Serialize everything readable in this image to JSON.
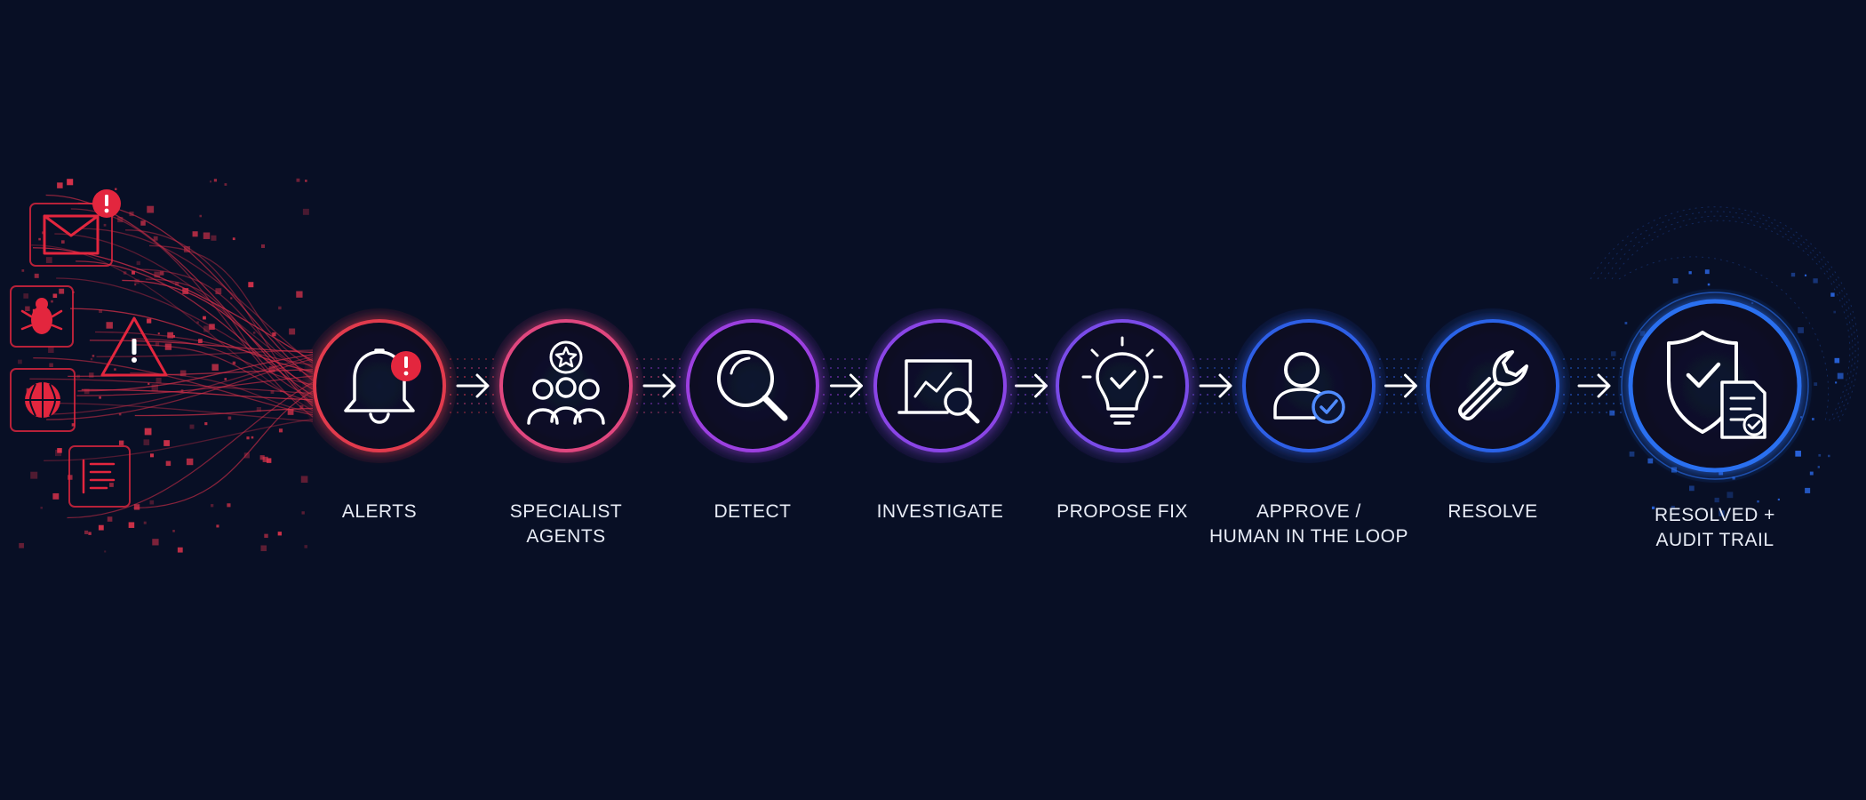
{
  "stages": [
    {
      "label": "ALERTS",
      "icon": "bell-alert-icon",
      "color": "#e23a4e"
    },
    {
      "label": "SPECIALIST\nAGENTS",
      "icon": "team-star-icon",
      "color": "#e0467f"
    },
    {
      "label": "DETECT",
      "icon": "magnifier-icon",
      "color": "#9c3fe0"
    },
    {
      "label": "INVESTIGATE",
      "icon": "laptop-chart-search-icon",
      "color": "#8a45e6"
    },
    {
      "label": "PROPOSE FIX",
      "icon": "lightbulb-check-icon",
      "color": "#7a4be8"
    },
    {
      "label": "APPROVE /\nHUMAN IN THE LOOP",
      "icon": "user-check-icon",
      "color": "#2f5fe6"
    },
    {
      "label": "RESOLVE",
      "icon": "wrench-icon",
      "color": "#2a63e8"
    },
    {
      "label": "RESOLVED +\nAUDIT TRAIL",
      "icon": "shield-document-check-icon",
      "color": "#2a6ff0"
    }
  ],
  "sources": [
    {
      "icon": "email-alert-icon"
    },
    {
      "icon": "bug-icon"
    },
    {
      "icon": "warning-triangle-icon"
    },
    {
      "icon": "globe-icon"
    },
    {
      "icon": "log-list-icon"
    }
  ],
  "colors": {
    "background": "#080f25",
    "alert_badge": "#e3263e",
    "text": "#e8ecf6"
  }
}
